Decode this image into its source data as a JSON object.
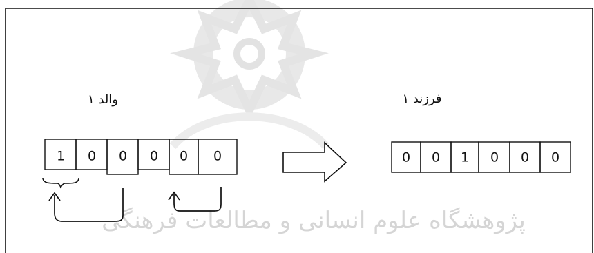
{
  "parent": {
    "label": "والد ۱",
    "cells": [
      "1",
      "0",
      "0",
      "0",
      "0",
      "0"
    ]
  },
  "child": {
    "label": "فرزند ۱",
    "cells": [
      "0",
      "0",
      "1",
      "0",
      "0",
      "0"
    ]
  },
  "watermark": {
    "text": "پژوهشگاه علوم انسانی و مطالعات فرهنگی"
  },
  "colors": {
    "stroke": "#111111",
    "watermark": "#d5d5d5"
  }
}
